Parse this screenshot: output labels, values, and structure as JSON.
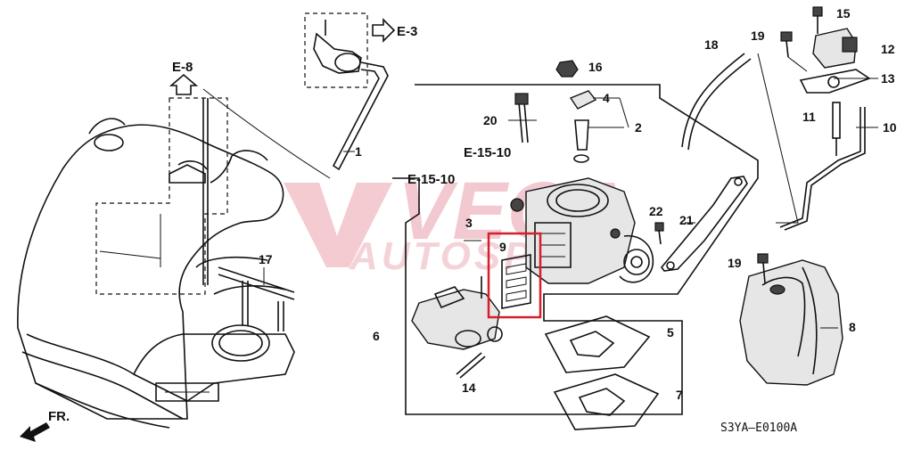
{
  "diagram": {
    "callouts": [
      {
        "id": "1",
        "label": "1"
      },
      {
        "id": "2",
        "label": "2"
      },
      {
        "id": "3",
        "label": "3"
      },
      {
        "id": "4",
        "label": "4"
      },
      {
        "id": "5",
        "label": "5"
      },
      {
        "id": "6",
        "label": "6"
      },
      {
        "id": "7",
        "label": "7"
      },
      {
        "id": "8",
        "label": "8"
      },
      {
        "id": "9",
        "label": "9"
      },
      {
        "id": "10",
        "label": "10"
      },
      {
        "id": "11",
        "label": "11"
      },
      {
        "id": "12",
        "label": "12"
      },
      {
        "id": "13",
        "label": "13"
      },
      {
        "id": "14",
        "label": "14"
      },
      {
        "id": "15",
        "label": "15"
      },
      {
        "id": "16",
        "label": "16"
      },
      {
        "id": "17",
        "label": "17"
      },
      {
        "id": "18",
        "label": "18"
      },
      {
        "id": "19a",
        "label": "19"
      },
      {
        "id": "19b",
        "label": "19"
      },
      {
        "id": "20",
        "label": "20"
      },
      {
        "id": "21",
        "label": "21"
      },
      {
        "id": "22",
        "label": "22"
      }
    ],
    "references": {
      "e3": "E-3",
      "e8": "E-8",
      "e1510a": "E-15-10",
      "e1510b": "E-15-10"
    },
    "front_label": "FR.",
    "diagram_code": "S3YA—E0100A",
    "highlight_color": "#d4202a"
  },
  "watermark": {
    "brand_line1": "VEGA",
    "brand_line2": "AUTOSPORT",
    "color": "#c8102e"
  }
}
